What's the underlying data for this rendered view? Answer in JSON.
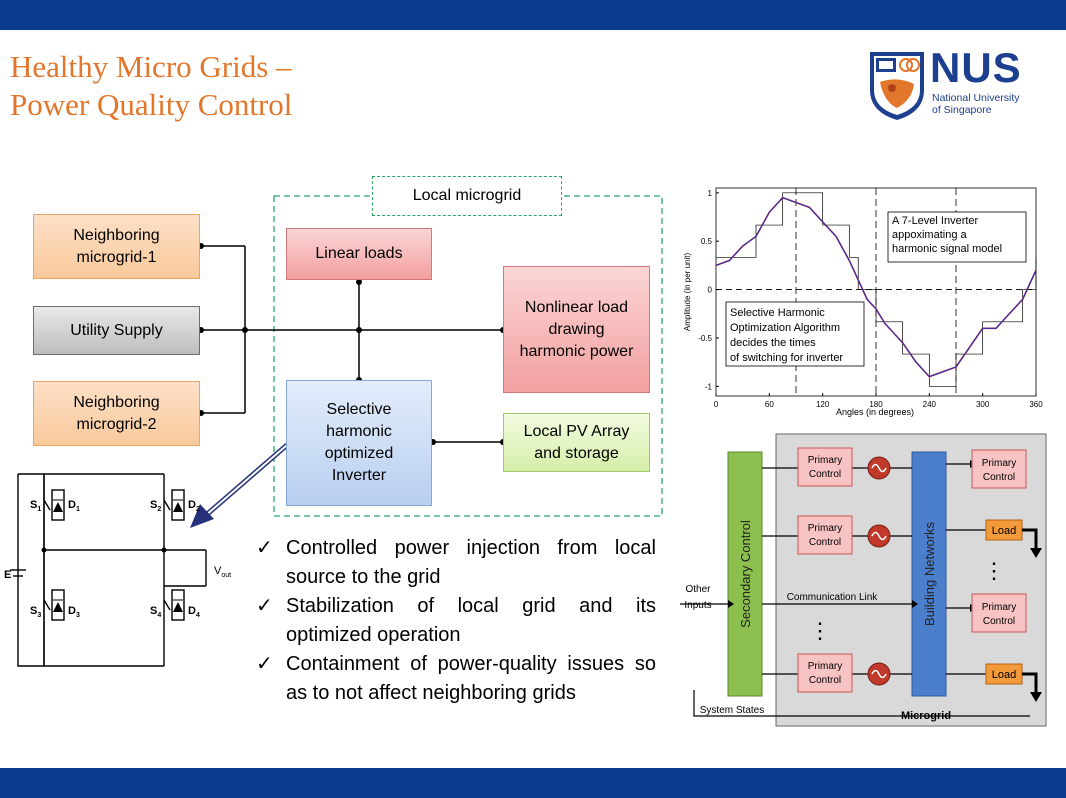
{
  "header": {
    "title_line1": "Healthy Micro Grids –",
    "title_line2": "Power Quality Control"
  },
  "logo": {
    "word": "NUS",
    "sub_line1": "National University",
    "sub_line2": "of Singapore"
  },
  "microgrid_diagram": {
    "frame_label": "Local microgrid",
    "neighboring_1_line1": "Neighboring",
    "neighboring_1_line2": "microgrid-1",
    "utility": "Utility Supply",
    "neighboring_2_line1": "Neighboring",
    "neighboring_2_line2": "microgrid-2",
    "linear_loads": "Linear loads",
    "nonlinear_line1": "Nonlinear load",
    "nonlinear_line2": "drawing",
    "nonlinear_line3": "harmonic power",
    "inverter_line1": "Selective",
    "inverter_line2": "harmonic",
    "inverter_line3": "optimized",
    "inverter_line4": "Inverter",
    "pv_line1": "Local PV Array",
    "pv_line2": "and storage"
  },
  "bridge": {
    "s1": "S",
    "s1_sub": "1",
    "d1": "D",
    "d1_sub": "1",
    "s2": "S",
    "s2_sub": "2",
    "d2": "D",
    "d2_sub": "2",
    "s3": "S",
    "s3_sub": "3",
    "d3": "D",
    "d3_sub": "3",
    "s4": "S",
    "s4_sub": "4",
    "d4": "D",
    "d4_sub": "4",
    "source": "E",
    "vout": "V",
    "vout_sub": "out"
  },
  "bullets": [
    "Controlled power injection from local source to the grid",
    "Stabilization of local grid and its optimized operation",
    "Containment of power-quality issues so as to not affect neighboring grids"
  ],
  "bullet_mark": "✓",
  "chart_data": {
    "type": "line",
    "title": "",
    "xlabel": "Angles (in degrees)",
    "ylabel": "Amplitude (in per unit)",
    "xlim": [
      0,
      360
    ],
    "ylim": [
      -1.1,
      1.05
    ],
    "xticks": [
      0,
      60,
      120,
      180,
      240,
      300,
      360
    ],
    "yticks": [
      -1,
      -0.5,
      0,
      0.5,
      1
    ],
    "ytick_labels": [
      "-1",
      "-0.5",
      "0",
      "0.5",
      "1"
    ],
    "grid": false,
    "annotations": {
      "box1_line1": "A 7-Level Inverter",
      "box1_line2": "appoximating a",
      "box1_line3": "harmonic signal model",
      "box2_line1": "Selective Harmonic",
      "box2_line2": "Optimization Algorithm",
      "box2_line3": "decides the times",
      "box2_line4": "of switching for inverter"
    },
    "series": [
      {
        "x": [
          0,
          15,
          30,
          45,
          60,
          75,
          90,
          105,
          120,
          135,
          150,
          160,
          170,
          180,
          190,
          200,
          210,
          225,
          240,
          255,
          270,
          285,
          300,
          315,
          330,
          345,
          360
        ],
        "values": [
          0.25,
          0.3,
          0.45,
          0.55,
          0.8,
          0.95,
          0.9,
          0.85,
          0.7,
          0.55,
          0.3,
          0.1,
          -0.1,
          -0.2,
          -0.35,
          -0.45,
          -0.55,
          -0.75,
          -0.9,
          -0.85,
          -0.8,
          -0.6,
          -0.4,
          -0.4,
          -0.25,
          -0.1,
          0.2
        ]
      }
    ]
  },
  "control_diagram": {
    "primary_line1": "Primary",
    "primary_line2": "Control",
    "secondary": "Secondary Control",
    "building": "Building Networks",
    "load": "Load",
    "comm": "Communication Link",
    "other_line1": "Other",
    "other_line2": "Inputs",
    "states": "System States",
    "microgrid": "Microgrid",
    "dots": "⋮"
  },
  "colors": {
    "band": "#0b3b8c",
    "title": "#e2762b",
    "nus_blue": "#1d3f8f",
    "frame": "#2aa86a"
  }
}
